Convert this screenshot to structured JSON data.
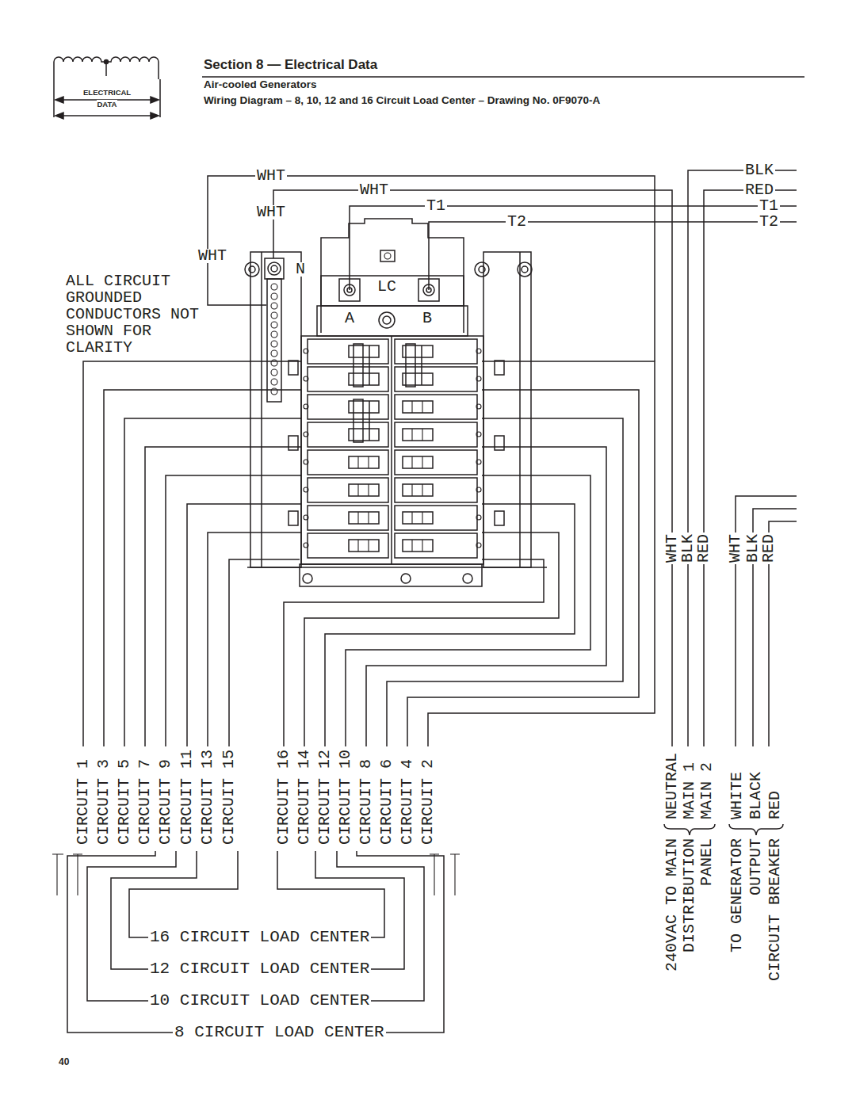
{
  "diagram": {
    "title": "Section 8 — Electrical Data",
    "labels": [
      "Air-cooled Generators",
      "Wiring Diagram – 8, 10, 12 and 16 Circuit Load Center – Drawing No. 0F9070-A",
      "ELECTRICAL",
      "DATA",
      "WHT",
      "WHT",
      "T1",
      "T2",
      "BLK",
      "RED",
      "T1",
      "T2",
      "WHT",
      "WHT",
      "N",
      "LC",
      "A",
      "B",
      "ALL CIRCUIT GROUNDED CONDUCTORS NOT SHOWN FOR CLARITY",
      "WHT",
      "BLK",
      "RED",
      "WHT",
      "BLK",
      "RED",
      "CIRCUIT 1",
      "CIRCUIT 3",
      "CIRCUIT 5",
      "CIRCUIT 7",
      "CIRCUIT 9",
      "CIRCUIT 11",
      "CIRCUIT 13",
      "CIRCUIT 15",
      "CIRCUIT 16",
      "CIRCUIT 14",
      "CIRCUIT 12",
      "CIRCUIT 10",
      "CIRCUIT 8",
      "CIRCUIT 6",
      "CIRCUIT 4",
      "CIRCUIT 2",
      "240VAC TO MAIN",
      "NEUTRAL",
      "DISTRIBUTION",
      "MAIN 1",
      "PANEL",
      "MAIN 2",
      "TO GENERATOR",
      "WHITE",
      "OUTPUT",
      "BLACK",
      "CIRCUIT BREAKER",
      "RED",
      "16 CIRCUIT LOAD CENTER",
      "12 CIRCUIT LOAD CENTER",
      "10 CIRCUIT LOAD CENTER",
      "8 CIRCUIT LOAD CENTER",
      "40"
    ]
  }
}
